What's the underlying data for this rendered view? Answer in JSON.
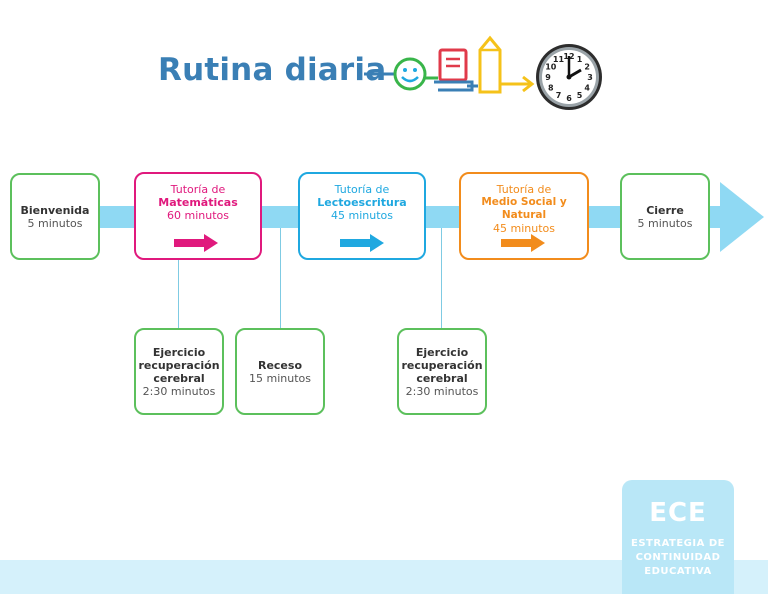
{
  "title": "Rutina diaria",
  "colors": {
    "title": "#3a7fb5",
    "timeline": "#8fd9f3",
    "green_border": "#5cc05c",
    "matematicas": "#e0197d",
    "lectoescritura": "#1fa8e0",
    "medio_social": "#f28c1c"
  },
  "top_boxes": [
    {
      "line1": "Bienvenida",
      "line2": "5 minutos"
    },
    {
      "line1": "Tutoría de",
      "line2": "Matemáticas",
      "line3": "60 minutos"
    },
    {
      "line1": "Tutoría de",
      "line2": "Lectoescritura",
      "line3": "45 minutos"
    },
    {
      "line1": "Tutoría de",
      "line2": "Medio Social y Natural",
      "line3": "45 minutos"
    },
    {
      "line1": "Cierre",
      "line2": "5 minutos"
    }
  ],
  "bottom_boxes": [
    {
      "line1": "Ejercicio",
      "line2": "recuperación",
      "line3": "cerebral",
      "line4": "2:30 minutos"
    },
    {
      "line1": "Receso",
      "line2": "15 minutos"
    },
    {
      "line1": "Ejercicio",
      "line2": "recuperación",
      "line3": "cerebral",
      "line4": "2:30 minutos"
    }
  ],
  "clock": {
    "numbers": [
      "12",
      "1",
      "2",
      "3",
      "4",
      "5",
      "6",
      "7",
      "8",
      "9",
      "10",
      "11"
    ]
  },
  "logo": {
    "mark": "ECE",
    "line1": "ESTRATEGIA DE",
    "line2": "CONTINUIDAD",
    "line3": "EDUCATIVA"
  },
  "icons": [
    "smiley-icon",
    "book-icon",
    "pencil-icon",
    "clock-icon",
    "arrow-right-icon"
  ]
}
